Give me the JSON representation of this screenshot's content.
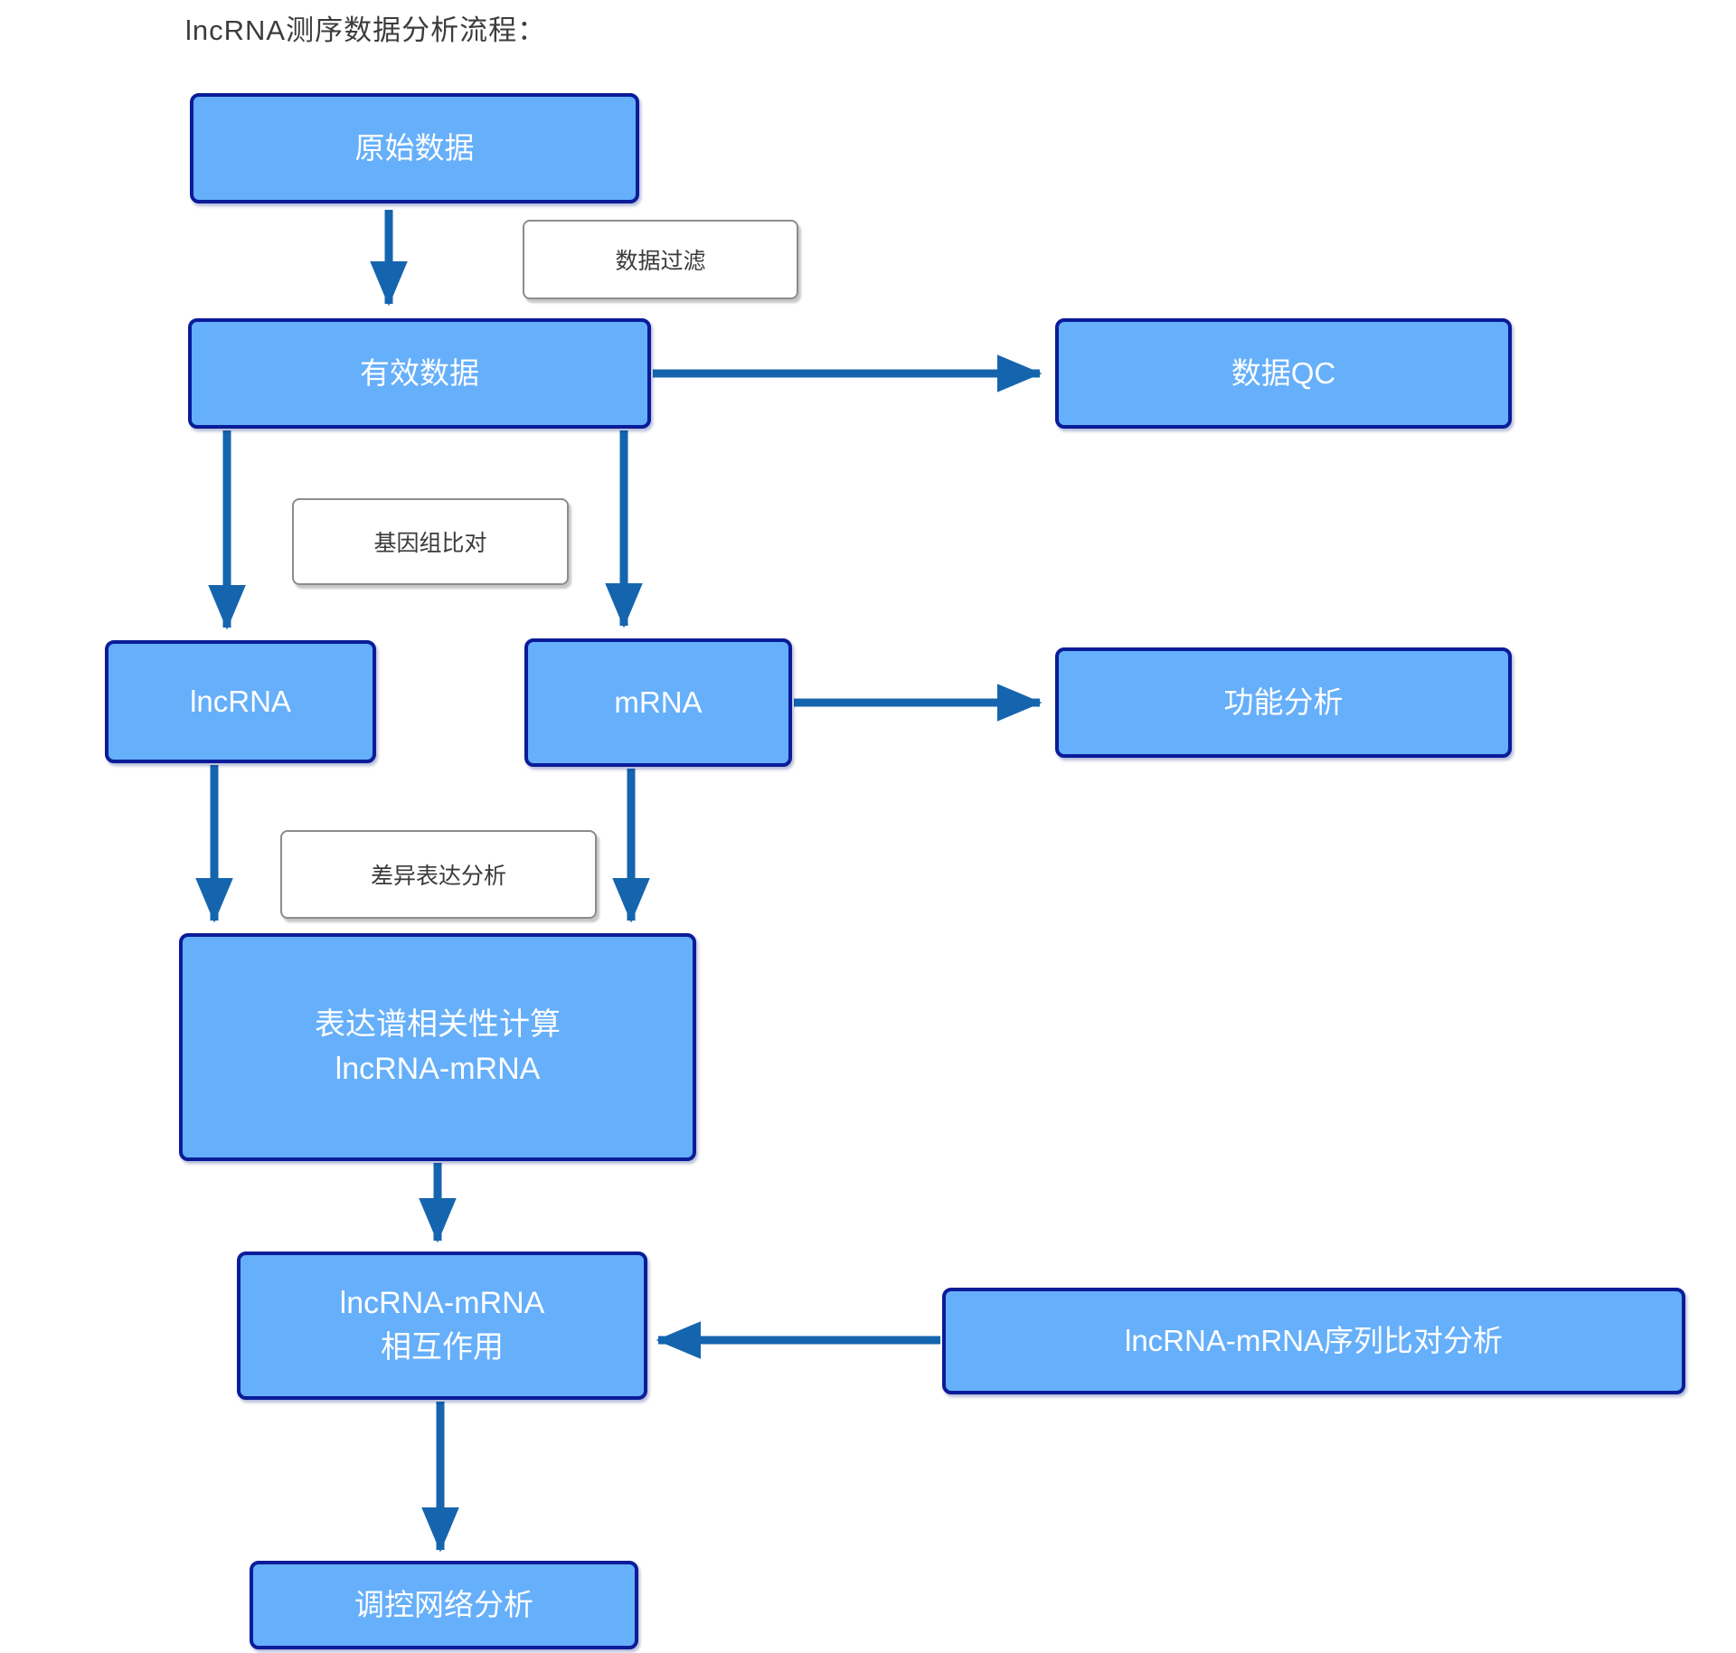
{
  "title": "lncRNA测序数据分析流程：",
  "nodes": {
    "raw_data": {
      "label": "原始数据"
    },
    "valid_data": {
      "label": "有效数据"
    },
    "data_qc": {
      "label": "数据QC"
    },
    "lncrna": {
      "label": "lncRNA"
    },
    "mrna": {
      "label": "mRNA"
    },
    "functional_analysis": {
      "label": "功能分析"
    },
    "expression_correlation": {
      "lines": [
        "表达谱相关性计算",
        "lncRNA-mRNA"
      ]
    },
    "interaction": {
      "lines": [
        "lncRNA-mRNA",
        "相互作用"
      ]
    },
    "sequence_alignment": {
      "label": "lncRNA-mRNA序列比对分析"
    },
    "regulatory_network": {
      "label": "调控网络分析"
    }
  },
  "edge_labels": {
    "data_filter": "数据过滤",
    "genome_alignment": "基因组比对",
    "diff_expression": "差异表达分析"
  },
  "colors": {
    "node_fill": "#66AFFA",
    "node_border": "#0A1C99",
    "node_text": "#FFFFFF",
    "arrow": "#1565AE",
    "label_border": "#8C8C8C",
    "label_text": "#3A3A3A",
    "title_text": "#3C3C3C"
  }
}
